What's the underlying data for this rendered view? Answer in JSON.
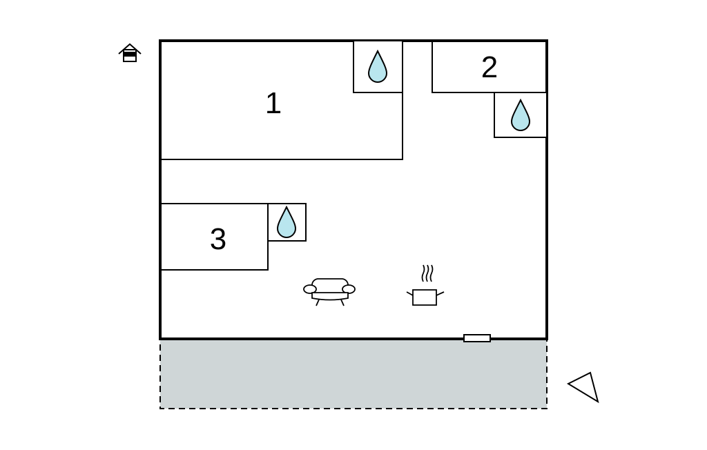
{
  "rooms": [
    {
      "label": "1",
      "type": "bedroom"
    },
    {
      "label": "2",
      "type": "bedroom"
    },
    {
      "label": "3",
      "type": "bedroom"
    }
  ],
  "icons": {
    "entrance": "house-entrance-icon",
    "bathroom": "water-drop-icon",
    "living": "sofa-icon",
    "kitchen": "cooking-pot-icon",
    "north": "north-arrow-icon"
  },
  "colors": {
    "wall": "#000000",
    "water": "#b9e6ee",
    "terrace": "#cfd6d7",
    "background": "#ffffff"
  },
  "terrace": {
    "style": "dashed",
    "covered": false
  }
}
